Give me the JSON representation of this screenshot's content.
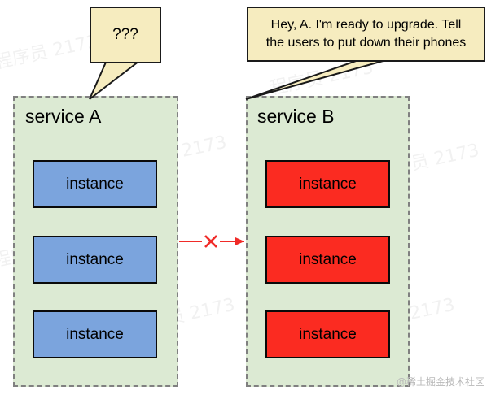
{
  "diagram": {
    "title": "service upgrade coordination diagram",
    "background": "#ffffff",
    "colors": {
      "service_container_fill": "#dcead3",
      "service_container_border": "#808080",
      "instance_blue": "#7ba4dd",
      "instance_red": "#fb2b21",
      "bubble_fill": "#f6ecbf",
      "bubble_border": "#1a1a1a",
      "arrow_red": "#f02b28",
      "text": "#000000"
    },
    "bubbles": [
      {
        "id": "bubble-a",
        "speaker": "service A",
        "text": "???"
      },
      {
        "id": "bubble-b",
        "speaker": "service B",
        "line1": "Hey, A. I'm ready to upgrade. Tell",
        "line2": "the users to put down their phones"
      }
    ],
    "services": [
      {
        "id": "service-a",
        "label": "service A",
        "instance_color": "blue",
        "instances": [
          {
            "label": "instance"
          },
          {
            "label": "instance"
          },
          {
            "label": "instance"
          }
        ]
      },
      {
        "id": "service-b",
        "label": "service B",
        "instance_color": "red",
        "instances": [
          {
            "label": "instance"
          },
          {
            "label": "instance"
          },
          {
            "label": "instance"
          }
        ]
      }
    ],
    "connector": {
      "id": "blocked-call-arrow",
      "from": "service A",
      "to": "service B",
      "marker": "X",
      "marker_meaning": "blocked",
      "color": "#f02b28"
    },
    "watermark": {
      "text": "@稀土掘金技术社区",
      "ghost": "程序员 2173"
    }
  }
}
